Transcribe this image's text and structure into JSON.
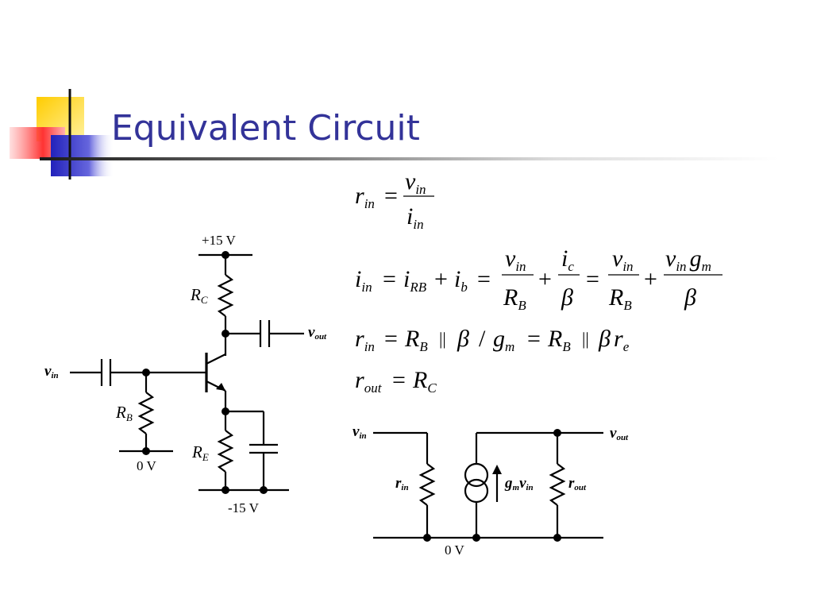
{
  "slide": {
    "title": "Equivalent Circuit"
  },
  "equations": {
    "rin": {
      "lhs": "r",
      "lhs_sub": "in",
      "num": "v",
      "num_sub": "in",
      "den": "i",
      "den_sub": "in"
    },
    "iin": {
      "lhs": "i",
      "lhs_sub": "in",
      "t1": "i",
      "t1_sub": "RB",
      "t2": "i",
      "t2_sub": "b",
      "f1_num": "v",
      "f1_num_sub": "in",
      "f1_den": "R",
      "f1_den_sub": "B",
      "f2_num": "i",
      "f2_num_sub": "c",
      "f2_den": "β",
      "f3_num": "v",
      "f3_num_sub": "in",
      "f3_den": "R",
      "f3_den_sub": "B",
      "f4_num_a": "v",
      "f4_num_a_sub": "in",
      "f4_num_b": "g",
      "f4_num_b_sub": "m",
      "f4_den": "β"
    },
    "rin2": {
      "lhs": "r",
      "lhs_sub": "in",
      "a": "R",
      "a_sub": "B",
      "par": "||",
      "b": "β",
      "slash": "/",
      "c": "g",
      "c_sub": "m",
      "d": "R",
      "d_sub": "B",
      "par2": "||",
      "e": "β",
      "f": "r",
      "f_sub": "e"
    },
    "rout": {
      "lhs": "r",
      "lhs_sub": "out",
      "rhs": "R",
      "rhs_sub": "C"
    },
    "ops": {
      "eq": "=",
      "plus": "+"
    }
  },
  "amplifier": {
    "supply_pos": "+15 V",
    "supply_neg": "-15 V",
    "ground": "0 V",
    "rc": "R",
    "rc_sub": "C",
    "rb": "R",
    "rb_sub": "B",
    "re": "R",
    "re_sub": "E",
    "vin": "v",
    "vin_sub": "in",
    "vout": "v",
    "vout_sub": "out"
  },
  "small_signal": {
    "vin": "v",
    "vin_sub": "in",
    "vout": "v",
    "vout_sub": "out",
    "rin": "r",
    "rin_sub": "in",
    "rout": "r",
    "rout_sub": "out",
    "gm": "g",
    "gm_sub": "m",
    "gm_v": "v",
    "gm_v_sub": "in",
    "ground": "0 V"
  },
  "colors": {
    "title": "#333399",
    "deco_yellow": "#ffcc00",
    "deco_blue": "#3333cc",
    "deco_red": "#ff3333"
  }
}
